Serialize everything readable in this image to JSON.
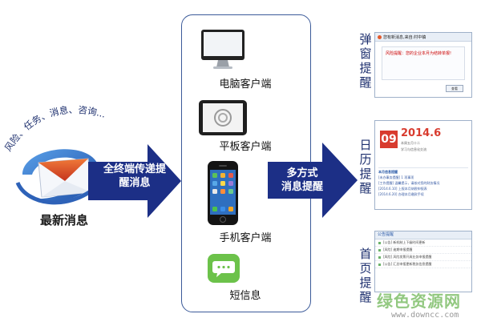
{
  "left": {
    "keywords": "风险、任务、消息、咨询...",
    "title": "最新消息"
  },
  "arrows": {
    "first_label_line1": "全终端传递提",
    "first_label_line2": "醒消息",
    "second_label_line1": "多方式",
    "second_label_line2": "消息提醒"
  },
  "devices": [
    {
      "label": "电脑客户端",
      "icon": "monitor-icon"
    },
    {
      "label": "平板客户端",
      "icon": "tablet-icon"
    },
    {
      "label": "手机客户端",
      "icon": "phone-icon"
    },
    {
      "label": "短信息",
      "icon": "sms-icon"
    }
  ],
  "reminders": [
    {
      "label": "弹窗提醒"
    },
    {
      "label": "日历提醒"
    },
    {
      "label": "首页提醒"
    }
  ],
  "popup": {
    "title": "您有新消息,来自:村中镇",
    "body": "风险提醒：您的企业本月为结转单报!",
    "button": "查看"
  },
  "calendar": {
    "day": "09",
    "month": "2014.6",
    "sub1": "本周五月十二",
    "sub2": "学习与信息化交流",
    "list_title": "本月信息提醒",
    "items": [
      "[未办事务提醒] 1 项事项",
      "[工作提醒] 温馨提示，请核对您的财务情况",
      "[2014.6.10] 上报本月纳税申报表",
      "[2014.6.20] 办理本月缴款手续"
    ]
  },
  "homepage": {
    "title": "公告提醒",
    "items": [
      "[公告] 新机制上下级时间更新",
      "[风险] 逾期申报提醒",
      "[风险] 风险发票开具业务申报提醒",
      "[公告] 汇总申报更新税务信息提醒"
    ]
  },
  "watermark": {
    "cn": "绿色资源网",
    "url": "www.downcc.com"
  },
  "colors": {
    "arrow": "#1c2f86",
    "panel_border": "#3b5a99",
    "label_text": "#1d2f6e"
  }
}
